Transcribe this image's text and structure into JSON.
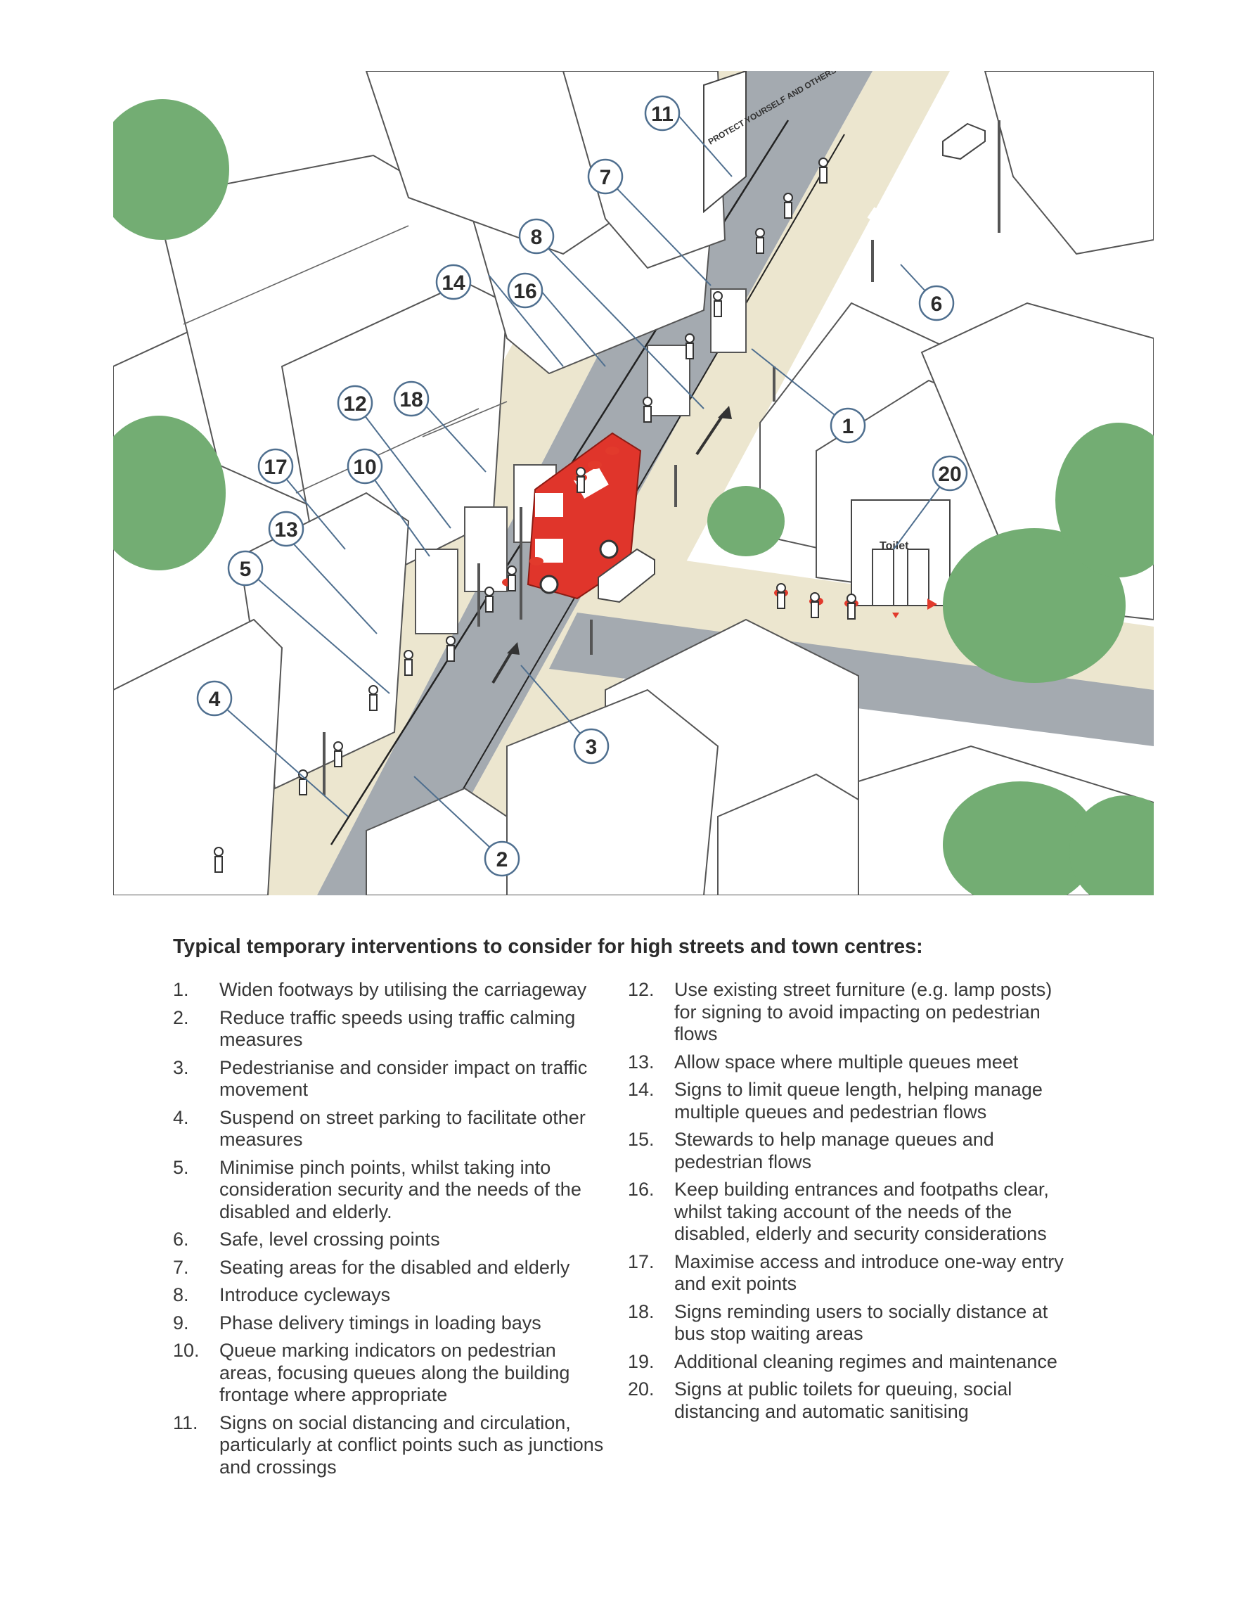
{
  "figure": {
    "callouts": [
      "1",
      "2",
      "3",
      "4",
      "5",
      "6",
      "7",
      "8",
      "10",
      "11",
      "12",
      "13",
      "14",
      "16",
      "17",
      "18",
      "20"
    ],
    "signage": {
      "billboard": "PROTECT YOURSELF AND OTHERS",
      "toilet_sign": "Toilet"
    },
    "colors": {
      "pavement": "#ece6cf",
      "road": "#a4aab0",
      "tree": "#73ad73",
      "bus": "#e0352b",
      "queue_marker": "#e23a2c",
      "callout_stroke": "#4f6f8f"
    }
  },
  "list": {
    "heading": "Typical temporary interventions to consider for high streets and town centres:",
    "left_items": [
      {
        "num": "1.",
        "text": "Widen footways by utilising the carriageway"
      },
      {
        "num": "2.",
        "text": "Reduce traffic speeds using traffic calming measures"
      },
      {
        "num": "3.",
        "text": "Pedestrianise and consider impact on traffic movement"
      },
      {
        "num": "4.",
        "text": "Suspend on street parking to facilitate other measures"
      },
      {
        "num": "5.",
        "text": "Minimise pinch points, whilst taking into consideration security and the needs of the disabled and elderly."
      },
      {
        "num": "6.",
        "text": "Safe, level crossing points"
      },
      {
        "num": "7.",
        "text": "Seating areas for the disabled and elderly"
      },
      {
        "num": "8.",
        "text": "Introduce cycleways"
      },
      {
        "num": "9.",
        "text": "Phase delivery timings in loading bays"
      },
      {
        "num": "10.",
        "text": "Queue marking indicators on pedestrian areas, focusing queues along the building frontage where appropriate"
      },
      {
        "num": "11.",
        "text": "Signs on social distancing and circulation, particularly at conflict points such as junctions and crossings"
      }
    ],
    "right_items": [
      {
        "num": "12.",
        "text": "Use existing street furniture (e.g. lamp posts) for signing to avoid impacting on pedestrian flows"
      },
      {
        "num": "13.",
        "text": "Allow space where multiple queues meet"
      },
      {
        "num": "14.",
        "text": "Signs to limit queue length, helping manage multiple queues and pedestrian flows"
      },
      {
        "num": "15.",
        "text": "Stewards to help manage queues and pedestrian flows"
      },
      {
        "num": "16.",
        "text": "Keep building entrances and footpaths clear, whilst taking account of the needs of the disabled, elderly and security considerations"
      },
      {
        "num": "17.",
        "text": "Maximise access and introduce one-way entry and exit points"
      },
      {
        "num": "18.",
        "text": "Signs reminding users to socially distance at bus stop waiting areas"
      },
      {
        "num": "19.",
        "text": "Additional cleaning regimes and maintenance"
      },
      {
        "num": "20.",
        "text": "Signs at public toilets for queuing, social distancing and automatic sanitising"
      }
    ]
  }
}
